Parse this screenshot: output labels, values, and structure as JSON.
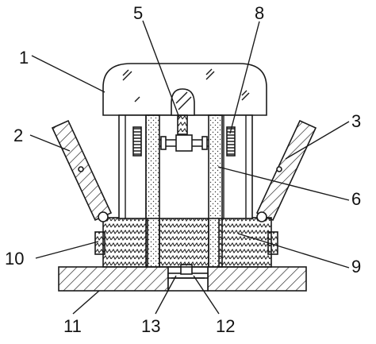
{
  "diagram": {
    "callouts": [
      {
        "id": "1",
        "text": "1"
      },
      {
        "id": "2",
        "text": "2"
      },
      {
        "id": "3",
        "text": "3"
      },
      {
        "id": "5",
        "text": "5"
      },
      {
        "id": "6",
        "text": "6"
      },
      {
        "id": "8",
        "text": "8"
      },
      {
        "id": "9",
        "text": "9"
      },
      {
        "id": "10",
        "text": "10"
      },
      {
        "id": "11",
        "text": "11"
      },
      {
        "id": "12",
        "text": "12"
      },
      {
        "id": "13",
        "text": "13"
      }
    ]
  }
}
